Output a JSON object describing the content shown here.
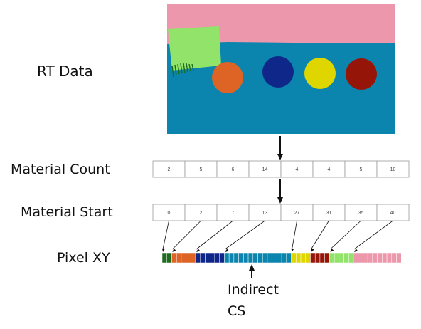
{
  "labels": {
    "rt_data": "RT Data",
    "material_count": "Material Count",
    "material_start": "Material Start",
    "pixel_xy": "Pixel XY",
    "indirect_cs_line1": "Indirect",
    "indirect_cs_line2": "CS"
  },
  "material_count": [
    "2",
    "5",
    "6",
    "14",
    "4",
    "4",
    "5",
    "10"
  ],
  "material_start": [
    "0",
    "2",
    "7",
    "13",
    "27",
    "31",
    "35",
    "40"
  ],
  "colors": {
    "sky": "#ec97ab",
    "water": "#0b85ae",
    "green_square": "#92e36a",
    "orange": "#de6426",
    "navy": "#10278a",
    "yellow": "#dfd600",
    "darkred": "#951509",
    "dark_green": "#1c6b1e"
  },
  "pixel_groups": [
    {
      "color": "dark_green",
      "count": 2
    },
    {
      "color": "orange",
      "count": 5
    },
    {
      "color": "navy",
      "count": 6
    },
    {
      "color": "water",
      "count": 14
    },
    {
      "color": "yellow",
      "count": 4
    },
    {
      "color": "darkred",
      "count": 4
    },
    {
      "color": "green_square",
      "count": 5
    },
    {
      "color": "sky",
      "count": 10
    }
  ]
}
